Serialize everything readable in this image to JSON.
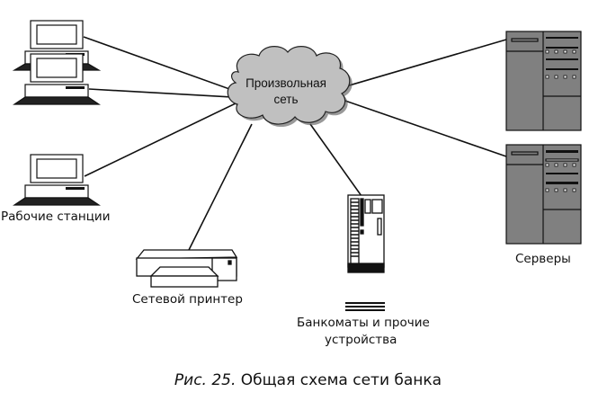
{
  "diagram": {
    "cloud": {
      "line1": "Произвольная",
      "line2": "сеть",
      "fill": "#c0c0c0"
    },
    "nodes": {
      "workstations": {
        "label": "Рабочие станции",
        "count": 3
      },
      "printer": {
        "label": "Сетевой принтер"
      },
      "atm": {
        "label_line1": "Банкоматы и прочие",
        "label_line2": "устройства"
      },
      "servers": {
        "label": "Серверы",
        "count": 2,
        "fill": "#808080"
      }
    },
    "connections": [
      {
        "from": "workstation-1",
        "to": "cloud"
      },
      {
        "from": "workstation-2",
        "to": "cloud"
      },
      {
        "from": "workstation-3",
        "to": "cloud"
      },
      {
        "from": "workstation-4",
        "to": "cloud"
      },
      {
        "from": "printer",
        "to": "cloud"
      },
      {
        "from": "atm",
        "to": "cloud"
      },
      {
        "from": "server-1",
        "to": "cloud"
      },
      {
        "from": "server-2",
        "to": "cloud"
      }
    ]
  },
  "caption": {
    "prefix": "Рис. 25.",
    "text": " Общая схема сети банка"
  }
}
